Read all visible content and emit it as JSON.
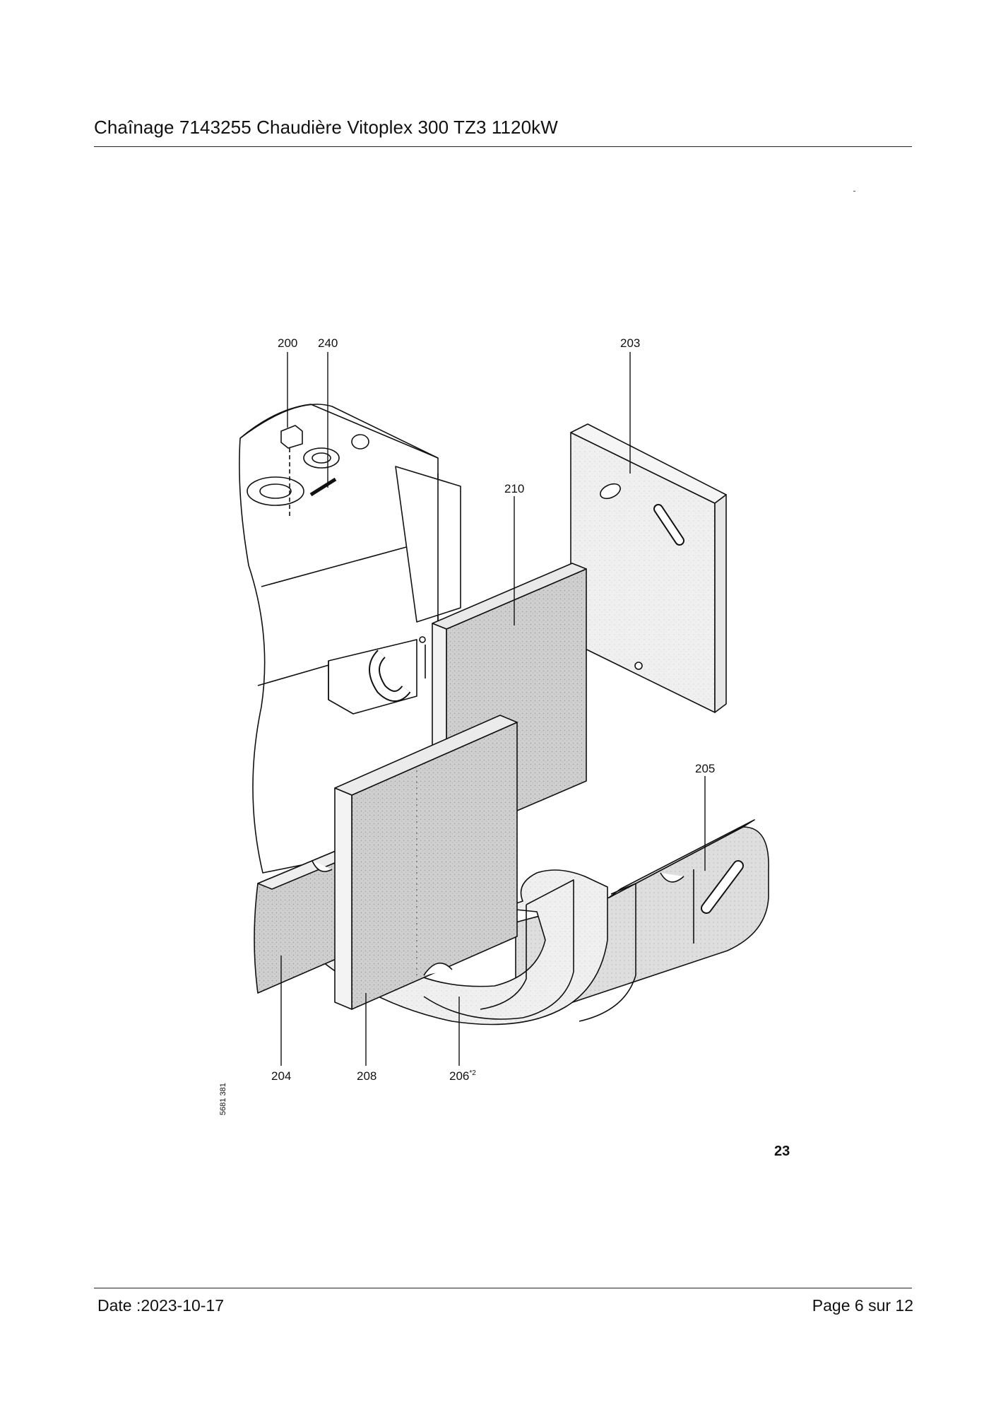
{
  "header": {
    "title": "Chaînage 7143255 Chaudière Vitoplex 300 TZ3 1120kW"
  },
  "figure": {
    "number": "23",
    "drawing_id": "5681 381",
    "callouts": [
      {
        "id": "200",
        "label": "200"
      },
      {
        "id": "240",
        "label": "240"
      },
      {
        "id": "203",
        "label": "203"
      },
      {
        "id": "210",
        "label": "210"
      },
      {
        "id": "205",
        "label": "205"
      },
      {
        "id": "204",
        "label": "204"
      },
      {
        "id": "208",
        "label": "208"
      },
      {
        "id": "206",
        "label": "206",
        "superscript": "*2"
      }
    ]
  },
  "footer": {
    "date": "Date :2023-10-17",
    "page": "Page 6 sur  12"
  }
}
